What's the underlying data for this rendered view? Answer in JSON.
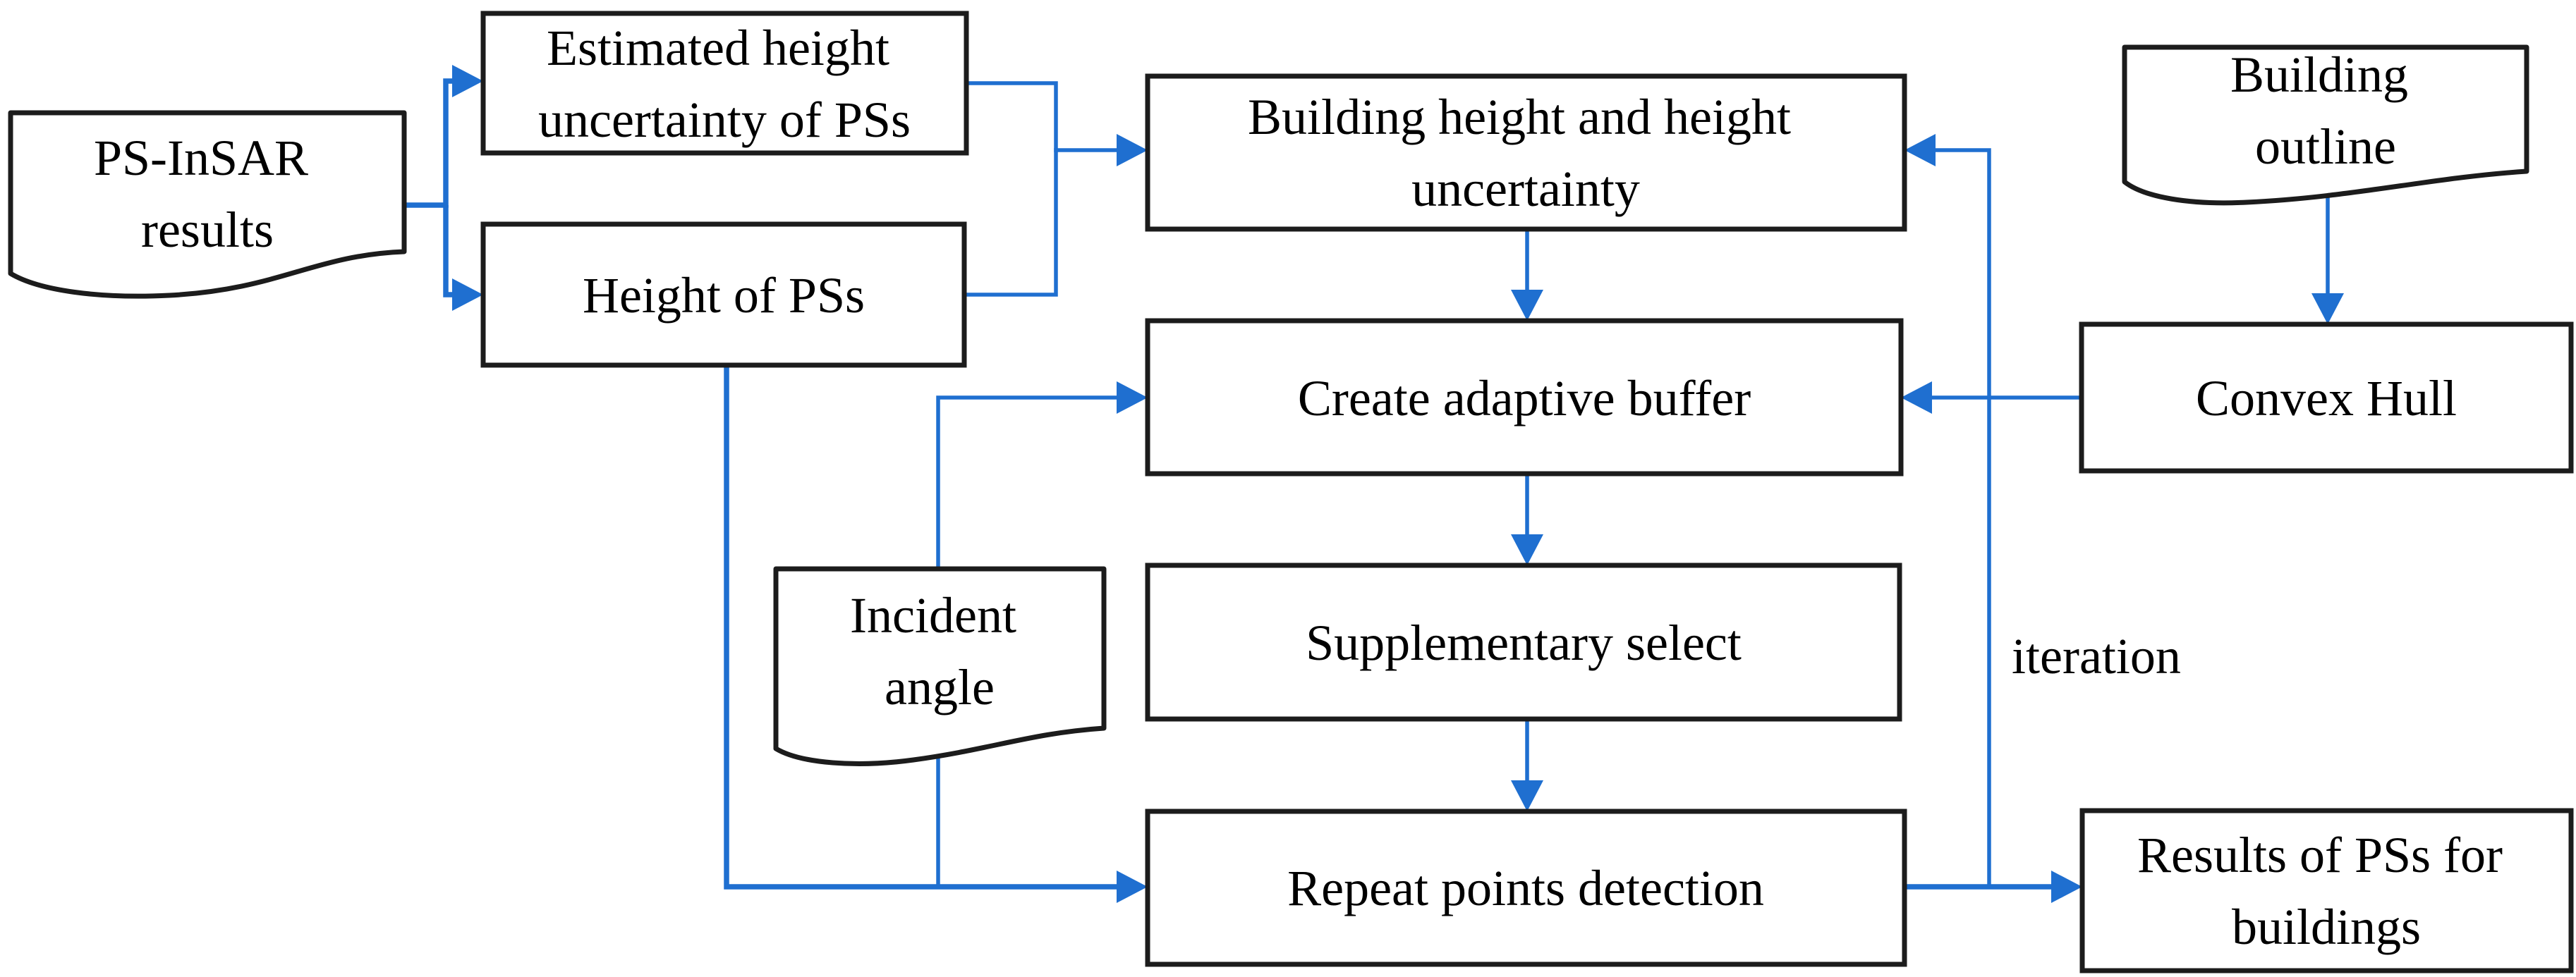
{
  "diagram": {
    "arrow_color": "#1f6fd0",
    "box_border_color": "#1c1c1c",
    "box_fill_color": "#ffffff",
    "text_color": "#000000",
    "nodes": {
      "ps_results": {
        "type": "document",
        "lines": [
          "PS-InSAR",
          "results"
        ]
      },
      "est_height": {
        "type": "process",
        "lines": [
          "Estimated height",
          "uncertainty of PSs"
        ]
      },
      "height_pss": {
        "type": "process",
        "lines": [
          "Height of PSs"
        ]
      },
      "building_height": {
        "type": "process",
        "lines": [
          "Building height and height",
          "uncertainty"
        ]
      },
      "building_outline": {
        "type": "document",
        "lines": [
          "Building",
          "outline"
        ]
      },
      "convex_hull": {
        "type": "process",
        "lines": [
          "Convex Hull"
        ]
      },
      "create_buffer": {
        "type": "process",
        "lines": [
          "Create adaptive buffer"
        ]
      },
      "incident_angle": {
        "type": "document",
        "lines": [
          "Incident",
          "angle"
        ]
      },
      "supplementary_select": {
        "type": "process",
        "lines": [
          "Supplementary select"
        ]
      },
      "repeat_points": {
        "type": "process",
        "lines": [
          "Repeat points detection"
        ]
      },
      "results_pss": {
        "type": "process",
        "lines": [
          "Results of PSs for",
          "buildings"
        ]
      }
    },
    "edge_labels": {
      "iteration": "iteration"
    }
  }
}
